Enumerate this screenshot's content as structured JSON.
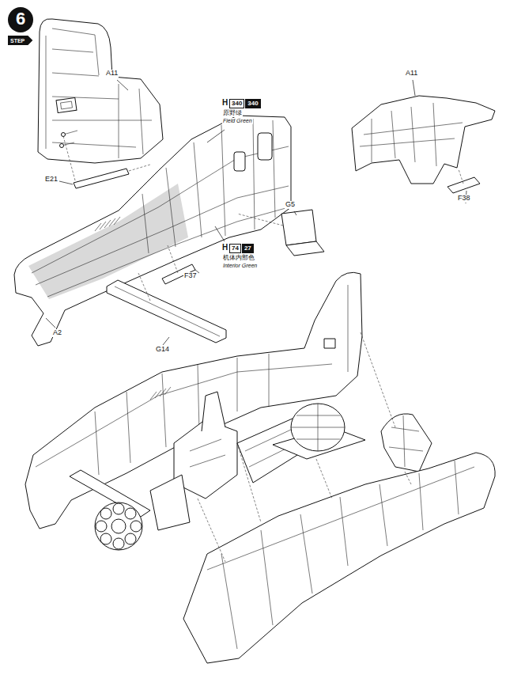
{
  "diagram": {
    "nodes": [
      {
        "text": [
          "6",
          "STEP"
        ]
      },
      {
        "text": [
          "340"
        ]
      },
      {
        "text": [
          "340"
        ]
      },
      {
        "text": [
          "74"
        ]
      },
      {
        "text": [
          "27"
        ]
      }
    ],
    "labels": [
      "A11",
      "H",
      "原野绿",
      "Field Green",
      "A11",
      "E21",
      "G5",
      "F38",
      "H",
      "机体内部色",
      "Interior Green",
      "F37",
      "A2",
      "G14"
    ]
  }
}
